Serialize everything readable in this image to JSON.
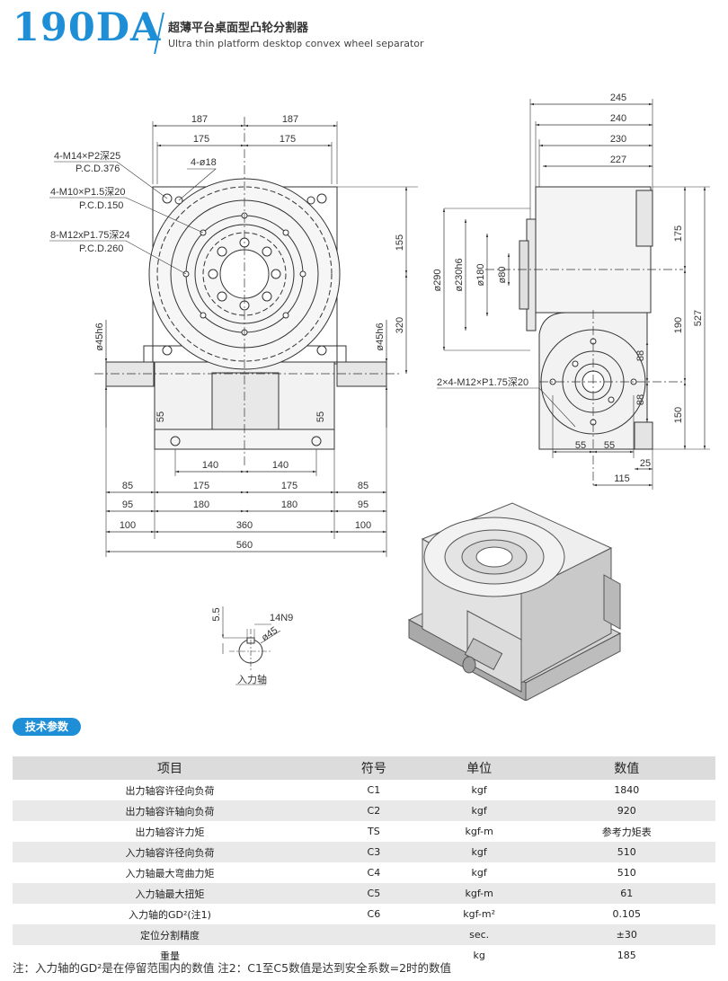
{
  "header": {
    "model": "190DA",
    "title_cn": "超薄平台桌面型凸轮分割器",
    "title_en": "Ultra thin platform desktop convex wheel separator",
    "accent_color": "#1e8fd6"
  },
  "drawing": {
    "front_labels": {
      "d187a": "187",
      "d187b": "187",
      "d175a": "175",
      "d175b": "175",
      "note1a": "4-M14×P2深25",
      "note1b": "P.C.D.376",
      "note2": "4-ø18",
      "note3a": "4-M10×P1.5深20",
      "note3b": "P.C.D.150",
      "note4a": "8-M12xP1.75深24",
      "note4b": "P.C.D.260",
      "d155": "155",
      "d320": "320",
      "shaft_l": "ø45h6",
      "shaft_r": "ø45h6",
      "d55a": "55",
      "d55b": "55",
      "d140a": "140",
      "d140b": "140",
      "d85a": "85",
      "d175c": "175",
      "d175d": "175",
      "d85b": "85",
      "d95a": "95",
      "d180a": "180",
      "d180b": "180",
      "d95b": "95",
      "d100a": "100",
      "d360": "360",
      "d100b": "100",
      "d560": "560"
    },
    "side_labels": {
      "d245": "245",
      "d240": "240",
      "d230": "230",
      "d227": "227",
      "d290": "ø290",
      "d230h6": "ø230h6",
      "d180": "ø180",
      "d80": "ø80",
      "d175": "175",
      "d527": "527",
      "d190": "190",
      "d150": "150",
      "d88a": "88",
      "d88b": "88",
      "note5": "2×4-M12×P1.75深20",
      "d55a": "55",
      "d55b": "55",
      "d25": "25",
      "d115": "115"
    },
    "key_labels": {
      "d55": "5.5",
      "d14n9": "14N9",
      "d45": "ø45",
      "caption": "入力轴"
    }
  },
  "section_title": "技术参数",
  "table": {
    "headers": [
      "项目",
      "符号",
      "单位",
      "数值"
    ],
    "rows": [
      [
        "出力轴容许径向负荷",
        "C1",
        "kgf",
        "1840"
      ],
      [
        "出力轴容许轴向负荷",
        "C2",
        "kgf",
        "920"
      ],
      [
        "出力轴容许力矩",
        "TS",
        "kgf-m",
        "参考力矩表"
      ],
      [
        "入力轴容许径向负荷",
        "C3",
        "kgf",
        "510"
      ],
      [
        "入力轴最大弯曲力矩",
        "C4",
        "kgf",
        "510"
      ],
      [
        "入力轴最大扭矩",
        "C5",
        "kgf-m",
        "61"
      ],
      [
        "入力轴的GD²(注1)",
        "C6",
        "kgf-m²",
        "0.105"
      ],
      [
        "定位分割精度",
        "",
        "sec.",
        "±30"
      ],
      [
        "重量",
        "",
        "kg",
        "185"
      ]
    ]
  },
  "note": "注：入力轴的GD²是在停留范围内的数值   注2：C1至C5数值是达到安全系数=2时的数值"
}
